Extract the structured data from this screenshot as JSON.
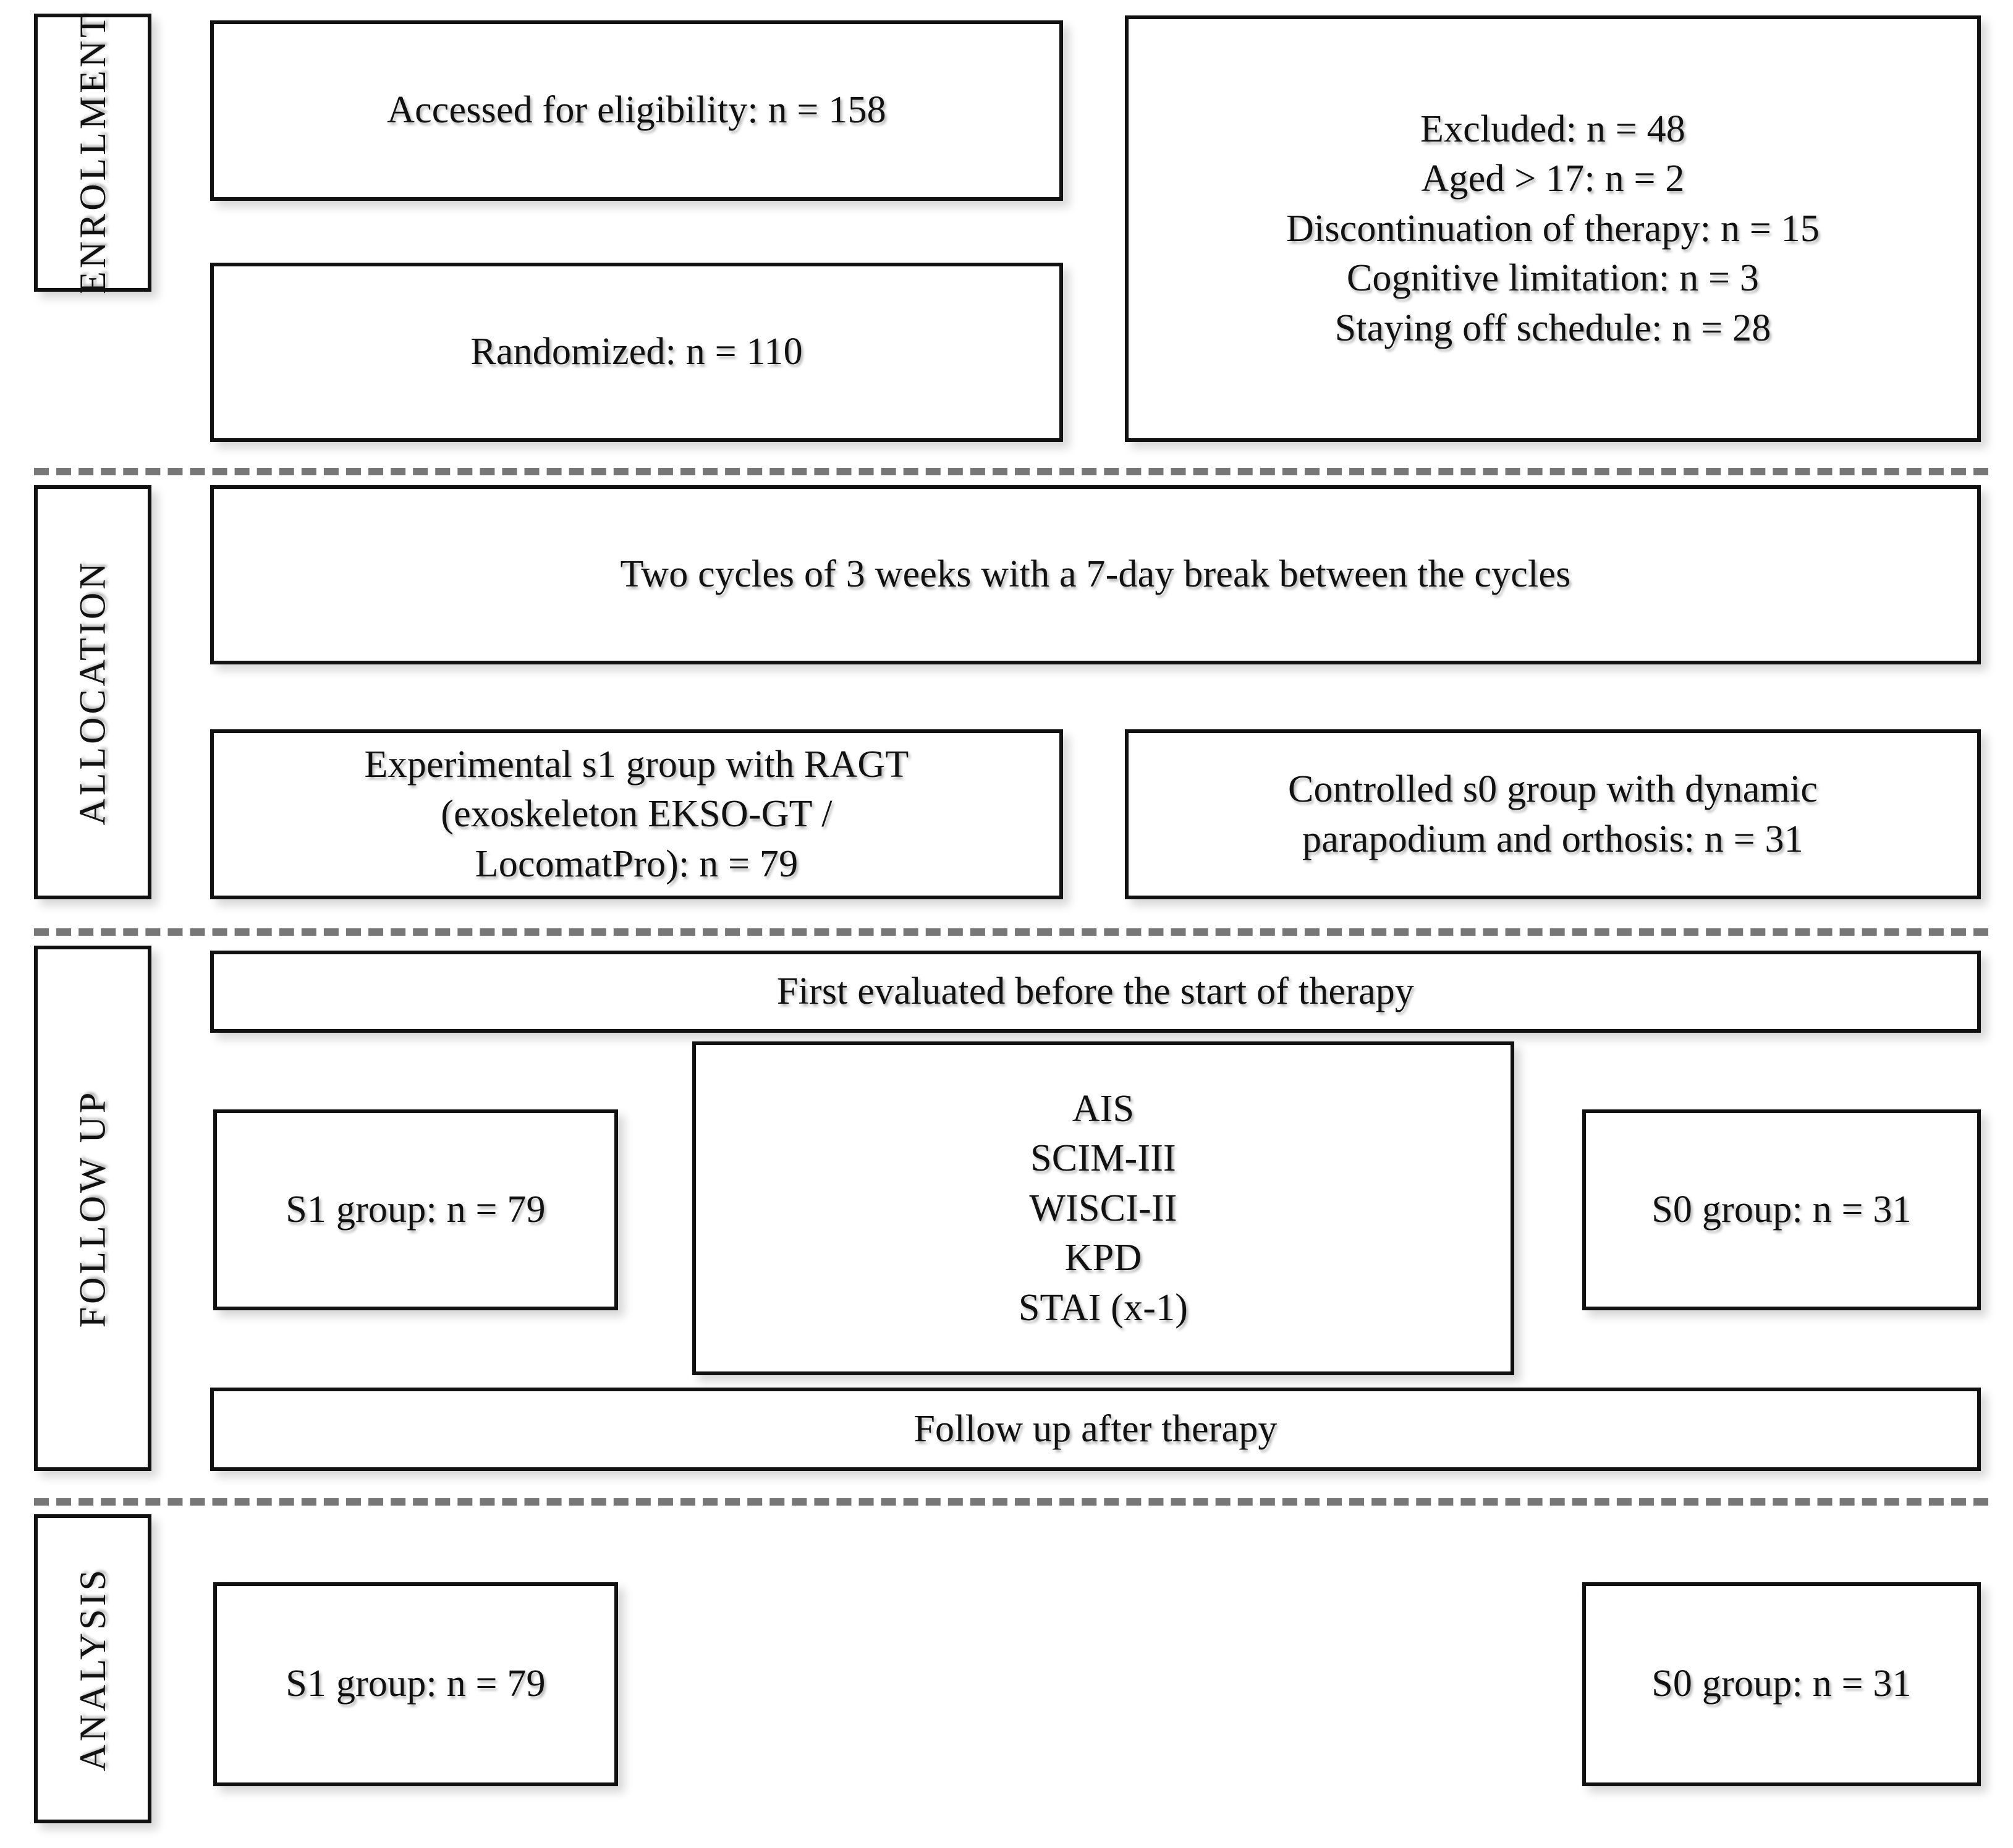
{
  "diagram": {
    "type": "CONSORT participant flow diagram",
    "stages": [
      {
        "id": "enrollment",
        "label": "ENROLLMENT"
      },
      {
        "id": "allocation",
        "label": "ALLOCATION"
      },
      {
        "id": "follow_up",
        "label": "FOLLOW UP"
      },
      {
        "id": "analysis",
        "label": "ANALYSIS"
      }
    ]
  },
  "enrollment": {
    "assessed_box": "Accessed for eligibility: n = 158",
    "randomized_box": "Randomized: n = 110",
    "excluded_box": "Excluded: n = 48\nAged > 17: n = 2\nDiscontinuation of therapy: n = 15\nCognitive limitation: n = 3\nStaying off schedule: n = 28",
    "excluded_lines": [
      "Excluded: n = 48",
      "Aged > 17: n = 2",
      "Discontinuation of therapy: n = 15",
      "Cognitive limitation: n = 3",
      "Staying off schedule: n = 28"
    ],
    "counts": {
      "assessed": 158,
      "randomized": 110,
      "excluded_total": 48,
      "excluded_aged_over_17": 2,
      "excluded_discontinuation": 15,
      "excluded_cognitive_limitation": 3,
      "excluded_staying_off_schedule": 28
    }
  },
  "allocation": {
    "protocol_box": "Two cycles of 3 weeks with a 7-day break between the cycles",
    "experimental_box": "Experimental s1 group with RAGT\n(exoskeleton EKSO-GT /\nLocomatPro): n = 79",
    "controlled_box": "Controlled s0 group with dynamic\nparapodium and orthosis: n = 31",
    "counts": {
      "experimental_s1": 79,
      "controlled_s0": 31
    }
  },
  "follow_up": {
    "first_evaluation_box": "First evaluated before the start of therapy",
    "s1_group_box": "S1 group: n = 79",
    "s0_group_box": "S0 group: n = 31",
    "measures_box": "AIS\nSCIM-III\nWISCI-II\nKPD\nSTAI (x-1)",
    "measures": [
      "AIS",
      "SCIM-III",
      "WISCI-II",
      "KPD",
      "STAI (x-1)"
    ],
    "follow_up_box": "Follow up after therapy"
  },
  "analysis": {
    "s1_group_box": "S1 group: n = 79",
    "s0_group_box": "S0 group: n = 31"
  },
  "colors": {
    "border": "#111111",
    "separator": "#777777",
    "background": "#ffffff",
    "text": "#111111"
  }
}
